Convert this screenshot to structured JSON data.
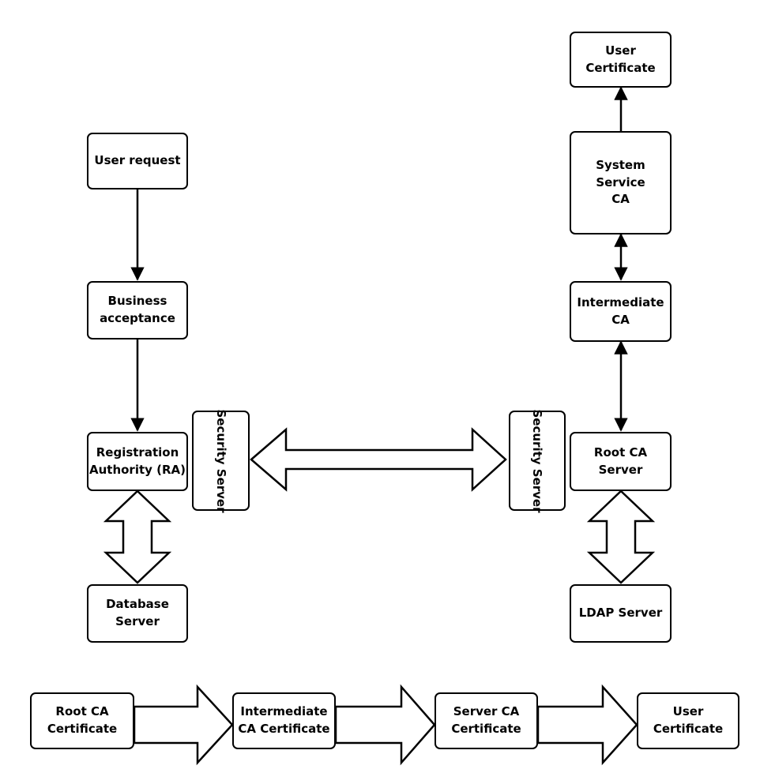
{
  "nodes": {
    "user_request": "User request",
    "business_acceptance": "Business\nacceptance",
    "registration_authority": "Registration\nAuthority (RA)",
    "database_server": "Database\nServer",
    "security_server_left": "Security Server",
    "security_server_right": "Security Server",
    "root_ca_server": "Root CA Server",
    "ldap_server": "LDAP Server",
    "intermediate_ca": "Intermediate\nCA",
    "system_service_ca": "System Service\nCA",
    "user_certificate_top": "User\nCertificate"
  },
  "chain": {
    "root_ca_certificate": "Root CA\nCertificate",
    "intermediate_ca_certificate": "Intermediate\nCA Certificate",
    "server_ca_certificate": "Server CA\nCertificate",
    "user_certificate": "User\nCertificate"
  }
}
